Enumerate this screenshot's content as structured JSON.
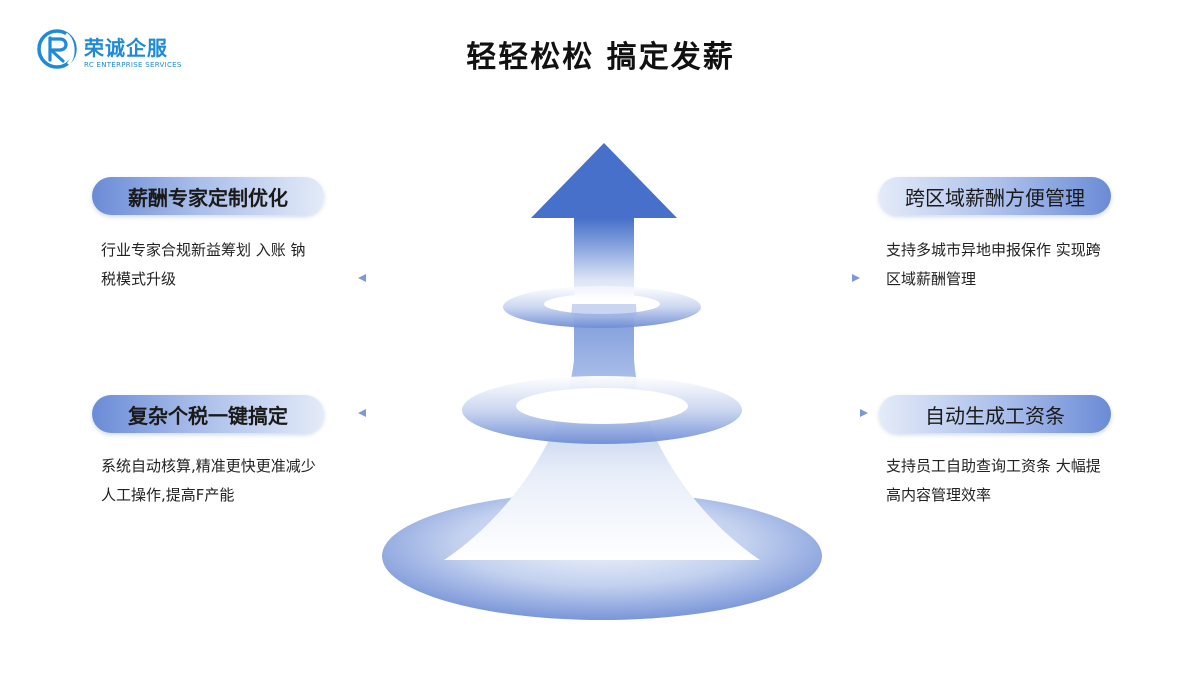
{
  "logo": {
    "name": "荣诚企服",
    "subtitle": "RC ENTERPRISE SERVICES"
  },
  "title": "轻轻松松 搞定发薪",
  "left_items": [
    {
      "label": "薪酬专家定制优化",
      "desc": "行业专家合规新益筹划  入账  钠税模式升级"
    },
    {
      "label": "复杂个税一键搞定",
      "desc": "系统自动核算,精准更快更准减少人工操作,提高F产能"
    }
  ],
  "right_items": [
    {
      "label": "跨区域薪酬方便管理",
      "desc": "支持多城市异地申报保作 实现跨区域薪酬管理"
    },
    {
      "label": "自动生成工资条",
      "desc": "支持员工自助查询工资条 大幅提高内容管理效率"
    }
  ],
  "colors": {
    "brand": "#1f8ad8",
    "arrow_top": "#4670c9",
    "arrow_bottom": "#ffffff",
    "pill_dark": "#6a8bd6"
  },
  "icons": [
    "rc-logo-icon",
    "up-arrow-graphic",
    "connector-arrow-left-icon",
    "connector-arrow-right-icon"
  ]
}
